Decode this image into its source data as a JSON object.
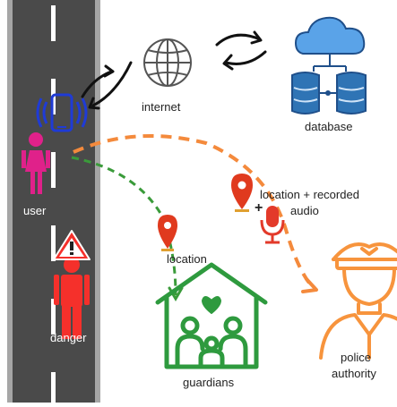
{
  "labels": {
    "internet": "internet",
    "database": "database",
    "user": "user",
    "danger": "danger",
    "location": "location",
    "location_recorded_line1": "location + recorded",
    "location_recorded_line2": "audio",
    "guardians": "guardians",
    "police_line1": "police",
    "police_line2": "authority",
    "plus": "+"
  },
  "colors": {
    "road": "#4a4a4a",
    "road_edge": "#a6a6a6",
    "lane_mark": "#ffffff",
    "user": "#e0218a",
    "danger": "#f5302b",
    "phone": "#1f3bd6",
    "globe": "#555555",
    "database": "#2f74b5",
    "cloud": "#5aa3e8",
    "pin": "#e03a1e",
    "guardians": "#2e9a3e",
    "police": "#f7943d",
    "dash_green": "#3a9b3a",
    "dash_orange": "#f48a3c",
    "mic": "#e33a2a"
  },
  "icons": [
    "phone-icon",
    "globe-icon",
    "cloud-database-icon",
    "user-icon",
    "danger-person-icon",
    "warning-icon",
    "location-pin-icon",
    "microphone-icon",
    "house-family-icon",
    "police-officer-icon"
  ]
}
